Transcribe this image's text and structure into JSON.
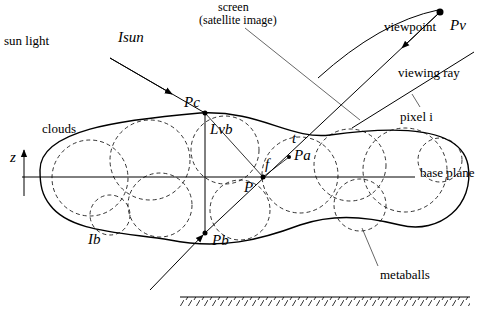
{
  "diagram": {
    "labels": [
      "screen",
      "(satellite image)",
      "viewpoint",
      "Pv",
      "sun light",
      "Isun",
      "viewing ray",
      "pixel i",
      "clouds",
      "Pc",
      "Lvb",
      "t",
      "Pa",
      "f",
      "P",
      "z",
      "base plane",
      "Ib",
      "Pb",
      "metaballs"
    ]
  }
}
